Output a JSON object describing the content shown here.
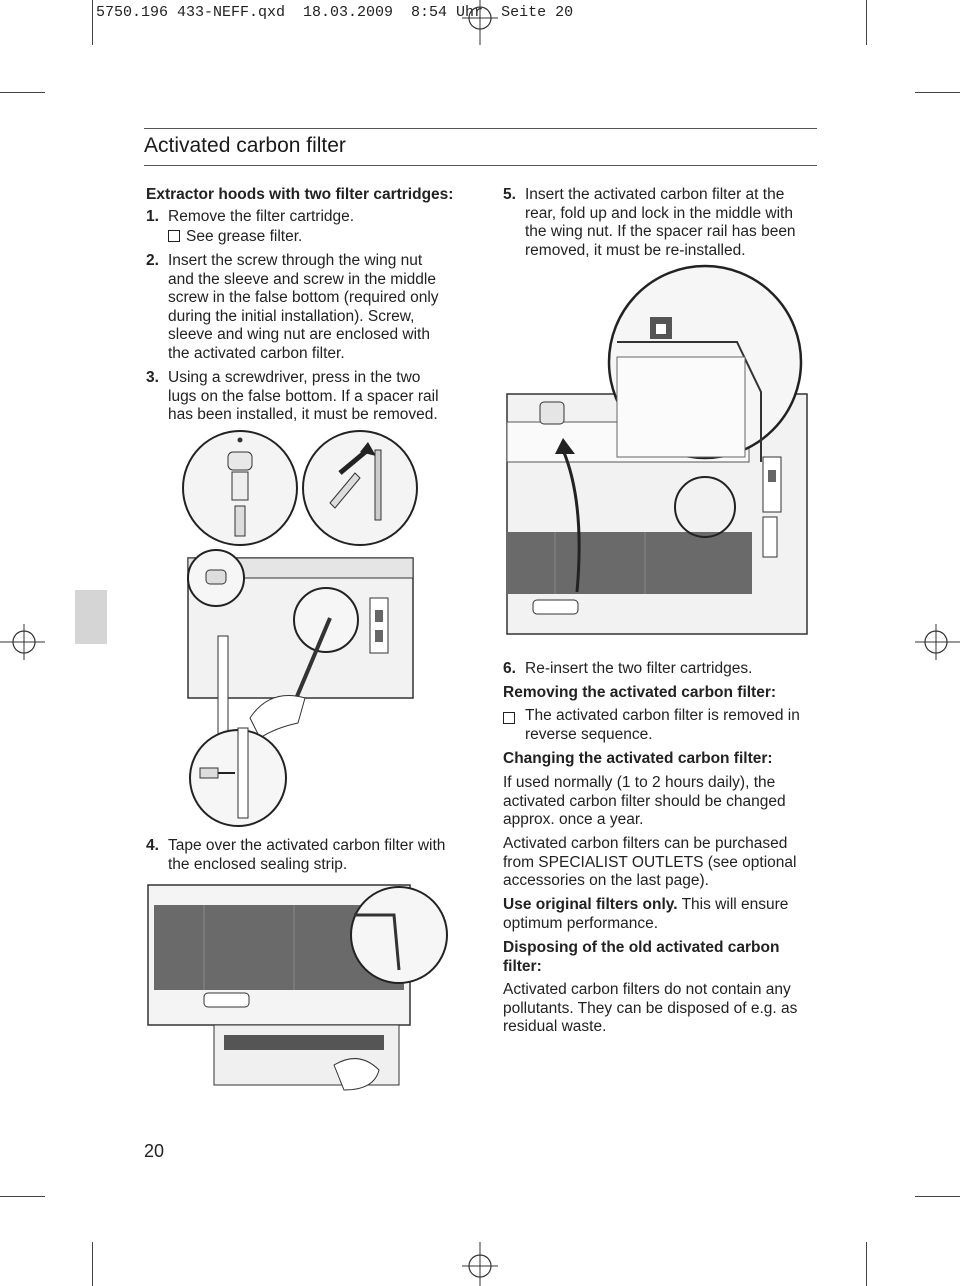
{
  "slug": "5750.196 433-NEFF.qxd  18.03.2009  8:54 Uhr  Seite 20",
  "title": "Activated carbon filter",
  "left": {
    "heading": "Extractor hoods with two filter cartridges:",
    "step1_num": "1.",
    "step1_line1": "Remove the filter cartridge.",
    "step1_line2": "See grease filter.",
    "step2_num": "2.",
    "step2_lines": [
      "Insert the screw through the wing nut",
      "and the sleeve and screw in the middle",
      "screw in the false bottom (required only",
      "during the initial installation). Screw,",
      "sleeve and wing nut are enclosed with",
      "the activated carbon filter."
    ],
    "step3_num": "3.",
    "step3_lines": [
      "Using a screwdriver, press in the two",
      "lugs on the false bottom. If a spacer rail",
      "has been installed, it must be removed."
    ],
    "step4_num": "4.",
    "step4_lines": [
      "Tape over the activated carbon filter with",
      "the enclosed sealing strip."
    ]
  },
  "right": {
    "step5_num": "5.",
    "step5_lines": [
      "Insert the activated carbon filter at the",
      "rear, fold up and lock in the middle with",
      "the wing nut. If the spacer rail has been",
      "removed, it must be re-installed."
    ],
    "step6_num": "6.",
    "step6_text": "Re-insert the two filter cartridges.",
    "removing_heading": "Removing the activated carbon filter:",
    "removing_lines": [
      "The activated carbon filter is removed in",
      "reverse sequence."
    ],
    "changing_heading": "Changing the activated carbon filter:",
    "changing_lines": [
      "If used normally (1 to 2 hours daily), the",
      "activated carbon filter should be changed",
      "approx. once a year."
    ],
    "purchase_lines": [
      "Activated carbon filters can be purchased",
      "from SPECIALIST OUTLETS (see optional",
      "accessories on the last page)."
    ],
    "original_bold": "Use original filters only.",
    "original_rest": " This will ensure",
    "original_line2": "optimum performance.",
    "disposing_heading_1": "Disposing of the old activated carbon",
    "disposing_heading_2": "filter:",
    "disposing_lines": [
      "Activated carbon filters do not contain any",
      "pollutants. They can be disposed of e.g. as",
      "residual waste."
    ]
  },
  "page_number": "20"
}
